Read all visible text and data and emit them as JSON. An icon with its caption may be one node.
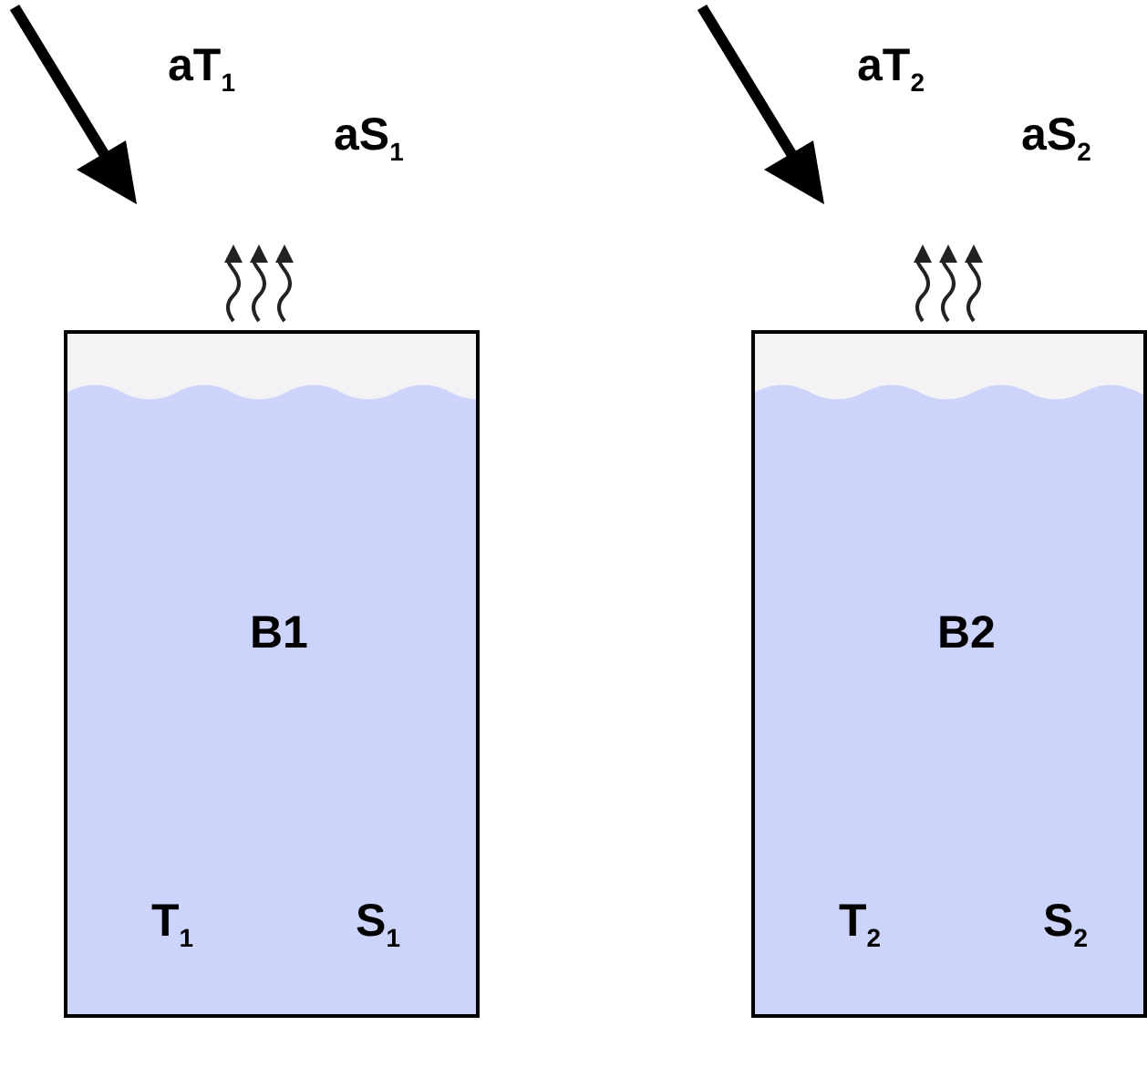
{
  "diagram": {
    "nodes": [
      {
        "text": [
          "B1",
          "T$_{1}$",
          "S$_{1}$"
        ]
      },
      {
        "text": [
          "B2",
          "T$_{2}$",
          "S$_{2}$"
        ]
      }
    ],
    "labels": [
      "aT$_{1}$",
      "aT$_{2}$",
      "aS$_{1}$",
      "aS$_{2}$"
    ]
  }
}
